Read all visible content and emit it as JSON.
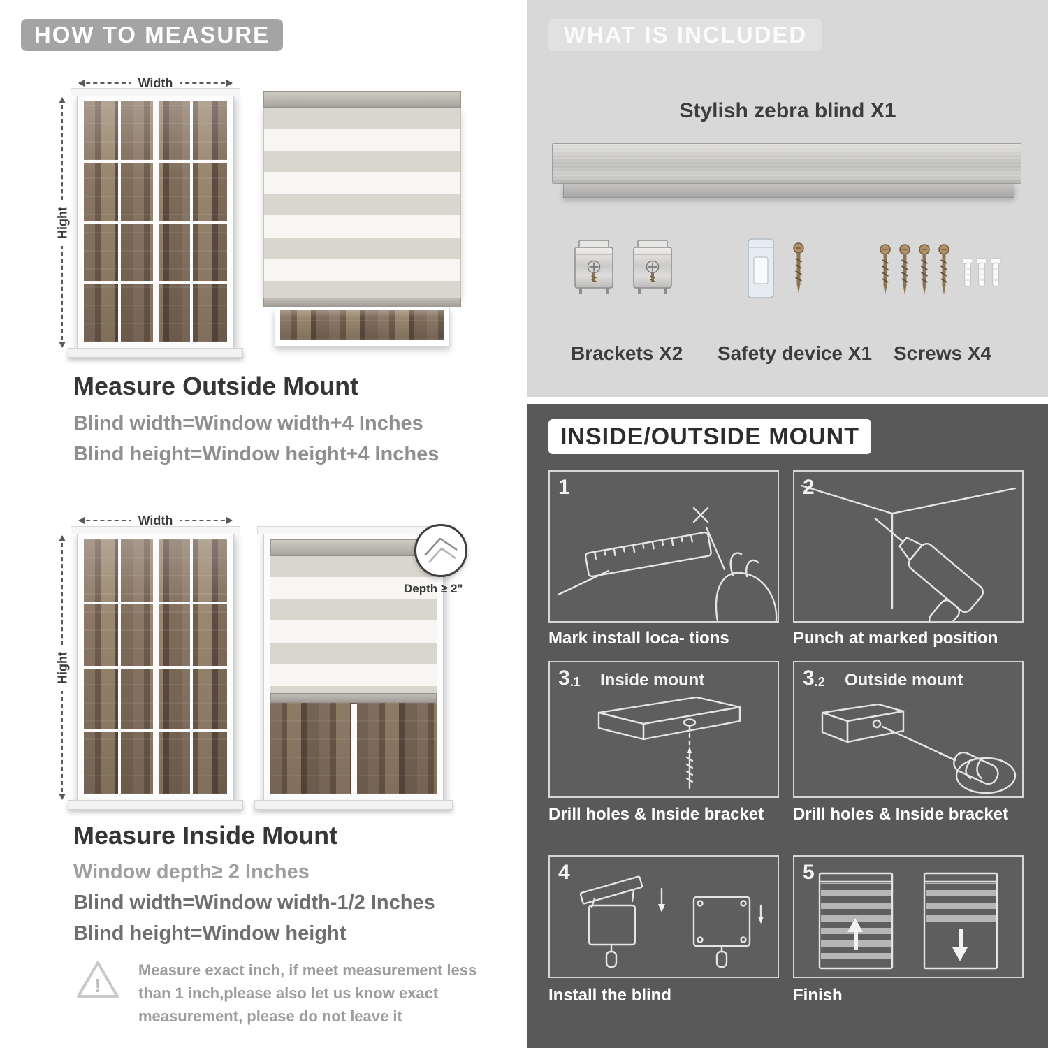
{
  "colors": {
    "badge_gray": "#a4a4a4",
    "included_bg": "#d8d8d8",
    "mount_bg": "#595959",
    "heading_dark": "#363636",
    "line_gray": "#8f8f8f",
    "white": "#ffffff"
  },
  "left": {
    "header": "HOW TO MEASURE",
    "outside": {
      "width_label": "Width",
      "height_label": "Hight",
      "heading": "Measure Outside Mount",
      "lines": [
        "Blind width=Window width+4 Inches",
        "Blind height=Window height+4 Inches"
      ]
    },
    "inside": {
      "width_label": "Width",
      "height_label": "Hight",
      "depth_label": "Depth ≥ 2\"",
      "heading": "Measure Inside Mount",
      "lines": [
        "Window depth≥ 2 Inches",
        "Blind width=Window width-1/2 Inches",
        "Blind height=Window height"
      ]
    },
    "warning_text": "Measure exact inch, if meet measurement less than 1 inch,please also let us know exact measurement, please do not leave it"
  },
  "included": {
    "header": "WHAT IS INCLUDED",
    "blind_title": "Stylish zebra blind X1",
    "items": [
      {
        "label": "Brackets X2"
      },
      {
        "label": "Safety device X1"
      },
      {
        "label": "Screws X4"
      }
    ]
  },
  "mount": {
    "header": "INSIDE/OUTSIDE MOUNT",
    "steps": [
      {
        "num": "1",
        "caption": "Mark install loca- tions"
      },
      {
        "num": "2",
        "caption": "Punch at  marked position"
      },
      {
        "num": "3",
        "num_small": ".1",
        "sub": "Inside mount",
        "caption": "Drill holes &  Inside bracket"
      },
      {
        "num": "3",
        "num_small": ".2",
        "sub": "Outside mount",
        "caption": "Drill holes &  Inside bracket"
      },
      {
        "num": "4",
        "caption": "Install the blind"
      },
      {
        "num": "5",
        "caption": "Finish"
      }
    ]
  }
}
